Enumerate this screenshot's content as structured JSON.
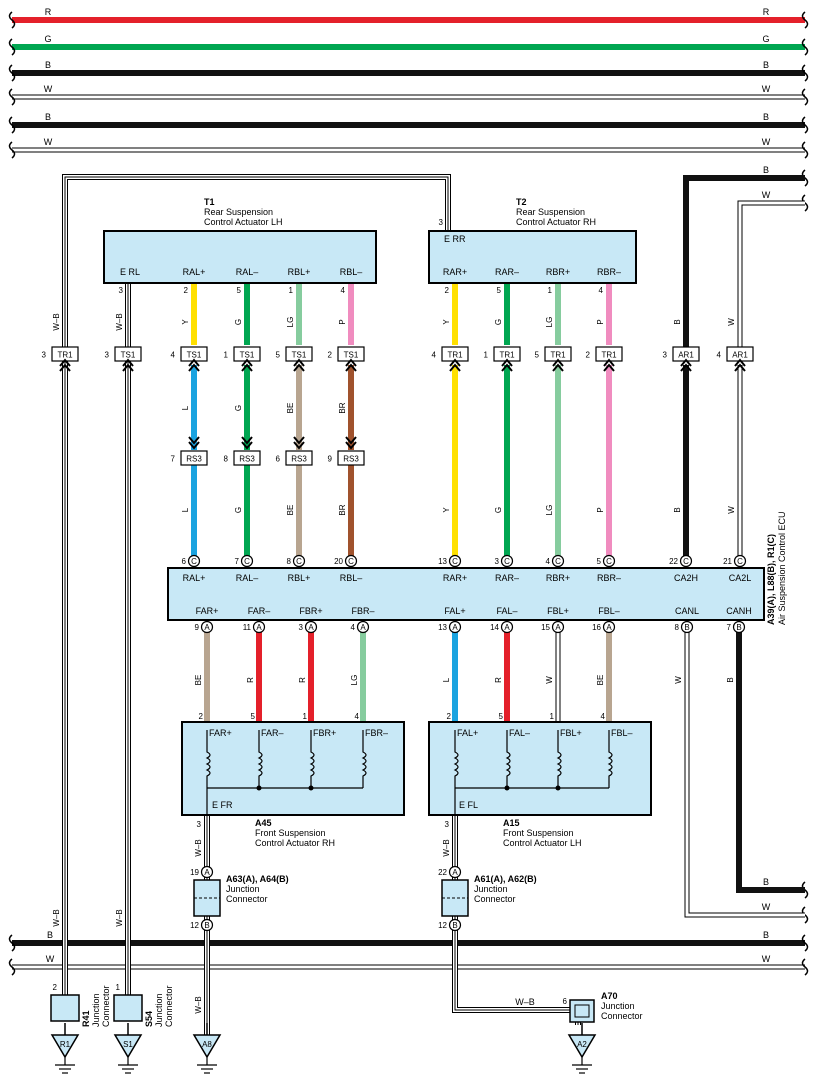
{
  "bus_top": [
    "R",
    "G",
    "B",
    "W",
    "B",
    "W"
  ],
  "bus_bottom": [
    "B",
    "W"
  ],
  "right_bus": [
    "B",
    "W"
  ],
  "right_bus_lower": [
    "B",
    "W"
  ],
  "t1": {
    "code": "T1",
    "title1": "Rear Suspension",
    "title2": "Control Actuator LH",
    "erl": "E RL",
    "pins": [
      "RAL+",
      "RAL–",
      "RBL+",
      "RBL–"
    ],
    "pin_nums": [
      "2",
      "5",
      "1",
      "4"
    ],
    "erl_pin": "3",
    "colors": [
      "Y",
      "G",
      "LG",
      "P"
    ]
  },
  "t2": {
    "code": "T2",
    "title1": "Rear Suspension",
    "title2": "Control Actuator RH",
    "err": "E RR",
    "err_pin": "3",
    "pins": [
      "RAR+",
      "RAR–",
      "RBR+",
      "RBR–"
    ],
    "pin_nums": [
      "2",
      "5",
      "1",
      "4"
    ],
    "colors": [
      "Y",
      "G",
      "LG",
      "P"
    ]
  },
  "connectors": {
    "tr1_left": {
      "pin": "3",
      "name": "TR1",
      "wire": "W–B"
    },
    "ts1_erl": {
      "pin": "3",
      "name": "TS1",
      "wire": "W–B"
    },
    "ts1": [
      {
        "pin": "4",
        "name": "TS1"
      },
      {
        "pin": "1",
        "name": "TS1"
      },
      {
        "pin": "5",
        "name": "TS1"
      },
      {
        "pin": "2",
        "name": "TS1"
      }
    ],
    "tr1": [
      {
        "pin": "4",
        "name": "TR1"
      },
      {
        "pin": "1",
        "name": "TR1"
      },
      {
        "pin": "5",
        "name": "TR1"
      },
      {
        "pin": "2",
        "name": "TR1"
      }
    ],
    "ar1": [
      {
        "pin": "3",
        "name": "AR1"
      },
      {
        "pin": "4",
        "name": "AR1"
      }
    ],
    "rs3": [
      {
        "pin": "7",
        "name": "RS3"
      },
      {
        "pin": "8",
        "name": "RS3"
      },
      {
        "pin": "6",
        "name": "RS3"
      },
      {
        "pin": "9",
        "name": "RS3"
      }
    ]
  },
  "mid_colors_left": [
    "L",
    "G",
    "BE",
    "BR"
  ],
  "low_colors_left": [
    "L",
    "G",
    "BE",
    "BR"
  ],
  "low_colors_right": [
    "Y",
    "G",
    "LG",
    "P"
  ],
  "ar_colors": [
    "B",
    "W"
  ],
  "ecu": {
    "title1": "A39(A), L88(B), R1(C)",
    "title2": "Air Suspension Control ECU",
    "top_pins": [
      {
        "num": "6",
        "conn": "C",
        "label": "RAL+"
      },
      {
        "num": "7",
        "conn": "C",
        "label": "RAL–"
      },
      {
        "num": "8",
        "conn": "C",
        "label": "RBL+"
      },
      {
        "num": "20",
        "conn": "C",
        "label": "RBL–"
      },
      {
        "num": "13",
        "conn": "C",
        "label": "RAR+"
      },
      {
        "num": "3",
        "conn": "C",
        "label": "RAR–"
      },
      {
        "num": "4",
        "conn": "C",
        "label": "RBR+"
      },
      {
        "num": "5",
        "conn": "C",
        "label": "RBR–"
      },
      {
        "num": "22",
        "conn": "C",
        "label": "CA2H"
      },
      {
        "num": "21",
        "conn": "C",
        "label": "CA2L"
      }
    ],
    "bottom_pins": [
      {
        "num": "9",
        "conn": "A",
        "label": "FAR+"
      },
      {
        "num": "11",
        "conn": "A",
        "label": "FAR–"
      },
      {
        "num": "3",
        "conn": "A",
        "label": "FBR+"
      },
      {
        "num": "4",
        "conn": "A",
        "label": "FBR–"
      },
      {
        "num": "13",
        "conn": "A",
        "label": "FAL+"
      },
      {
        "num": "14",
        "conn": "A",
        "label": "FAL–"
      },
      {
        "num": "15",
        "conn": "A",
        "label": "FBL+"
      },
      {
        "num": "16",
        "conn": "A",
        "label": "FBL–"
      },
      {
        "num": "8",
        "conn": "B",
        "label": "CANL"
      },
      {
        "num": "7",
        "conn": "B",
        "label": "CANH"
      }
    ]
  },
  "front_colors_right": [
    "BE",
    "R",
    "R",
    "LG"
  ],
  "front_colors_left": [
    "L",
    "R",
    "W",
    "BE"
  ],
  "can_colors": [
    "W",
    "B"
  ],
  "a45": {
    "code": "A45",
    "title1": "Front Suspension",
    "title2": "Control Actuator RH",
    "pins": [
      "FAR+",
      "FAR–",
      "FBR+",
      "FBR–"
    ],
    "pin_nums": [
      "2",
      "5",
      "1",
      "4"
    ],
    "efr": "E FR",
    "efr_pin": "3",
    "wire": "W–B"
  },
  "a15": {
    "code": "A15",
    "title1": "Front Suspension",
    "title2": "Control Actuator LH",
    "pins": [
      "FAL+",
      "FAL–",
      "FBL+",
      "FBL–"
    ],
    "pin_nums": [
      "2",
      "5",
      "1",
      "4"
    ],
    "efl": "E FL",
    "efl_pin": "3",
    "wire": "W–B"
  },
  "jc_right": {
    "title": "A63(A), A64(B)",
    "sub1": "Junction",
    "sub2": "Connector",
    "pin_a": "19",
    "conn_a": "A",
    "pin_b": "12",
    "conn_b": "B"
  },
  "jc_left": {
    "title": "A61(A), A62(B)",
    "sub1": "Junction",
    "sub2": "Connector",
    "pin_a": "22",
    "conn_a": "A",
    "pin_b": "12",
    "conn_b": "B"
  },
  "r41": {
    "code": "R41",
    "sub1": "Junction",
    "sub2": "Connector",
    "pin": "2",
    "wire": "W–B",
    "ground": "R1"
  },
  "s54": {
    "code": "S54",
    "sub1": "Junction",
    "sub2": "Connector",
    "pin": "1",
    "wire": "W–B",
    "ground": "S1"
  },
  "a8": {
    "wire": "W–B",
    "ground": "A8"
  },
  "a70": {
    "code": "A70",
    "sub1": "Junction",
    "sub2": "Connector",
    "pin": "6",
    "wire": "W–B",
    "ground": "A2"
  },
  "colors": {
    "R": "#e4202a",
    "G": "#00a651",
    "B": "#111111",
    "Y": "#ffe000",
    "LG": "#86cc9e",
    "P": "#f08cbf",
    "L": "#1aa3e0",
    "BE": "#b8a590",
    "BR": "#a0522d",
    "W": "#ffffff",
    "box": "#c8e8f6"
  }
}
